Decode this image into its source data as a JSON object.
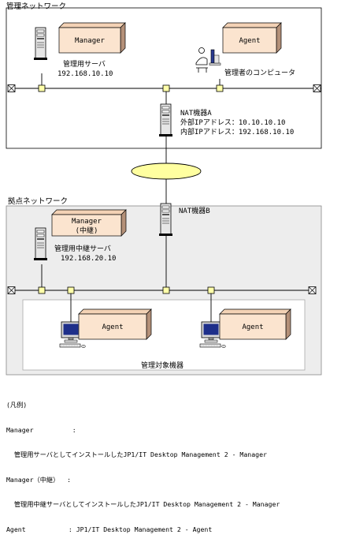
{
  "network": {
    "mgmt_label": "管理ネットワーク",
    "site_label": "拠点ネットワーク",
    "cloud_label": ""
  },
  "manager": {
    "box_label": "Manager",
    "server_label": "管理用サーバ",
    "server_ip": "192.168.10.10"
  },
  "admin": {
    "box_label": "Agent",
    "label": "管理者のコンピュータ"
  },
  "nat_a": {
    "name": "NAT機器A",
    "ext_ip": "外部IPアドレス：10.10.10.10",
    "int_ip": "内部IPアドレス：192.168.10.10"
  },
  "nat_b": {
    "name": "NAT機器B"
  },
  "relay": {
    "box_label1": "Manager",
    "box_label2": "(中継)",
    "server_label": "管理用中継サーバ",
    "server_ip": "192.168.20.10"
  },
  "managed": {
    "agent1_label": "Agent",
    "agent2_label": "Agent",
    "group_label": "管理対象機器"
  },
  "legend": {
    "title": "(凡例)",
    "line1": "Manager          :",
    "line2": "  管理用サーバとしてインストールしたJP1/IT Desktop Management 2 - Manager",
    "line3": "Manager（中継）  :",
    "line4": "  管理用中継サーバとしてインストールしたJP1/IT Desktop Management 2 - Manager",
    "line5": "Agent           : JP1/IT Desktop Management 2 - Agent"
  },
  "colors": {
    "box_fill": "#fbe4cf",
    "box_side": "#b49078",
    "node_fill": "#ffffaa",
    "cloud_fill": "#ffffa0",
    "site_bg": "#ededed",
    "monitor_screen": "#1e2f8a"
  }
}
